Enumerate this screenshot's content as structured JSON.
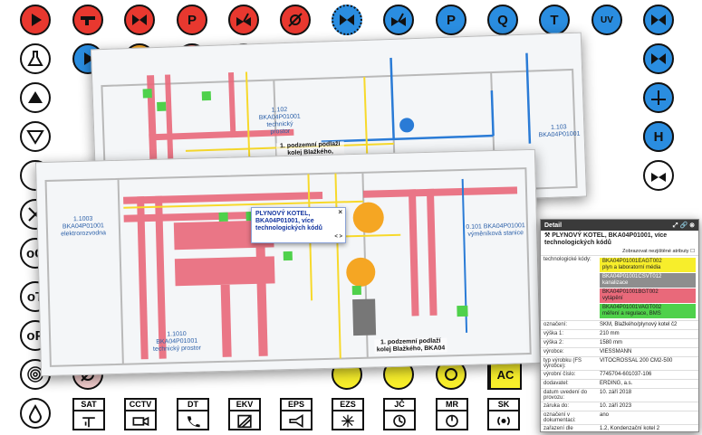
{
  "symbols": {
    "letter_p": "P",
    "letter_q": "Q",
    "letter_t": "T",
    "uv": "UV",
    "op": "oP",
    "ot": "oT",
    "oc": "oC",
    "h": "H",
    "ac": "AC"
  },
  "bottom_row": [
    {
      "label": "SAT",
      "icon": "antenna-icon"
    },
    {
      "label": "CCTV",
      "icon": "camera-icon"
    },
    {
      "label": "DT",
      "icon": "phone-icon"
    },
    {
      "label": "EKV",
      "icon": "ekv-icon"
    },
    {
      "label": "EPS",
      "icon": "horn-icon"
    },
    {
      "label": "EZS",
      "icon": "sensor-icon"
    },
    {
      "label": "JČ",
      "icon": "clock-icon"
    },
    {
      "label": "MR",
      "icon": "radio-icon"
    },
    {
      "label": "SK",
      "icon": "speaker-icon"
    }
  ],
  "plan": {
    "label_top": "1. podzemní podlaží kolej Blažkého, BKA04",
    "label_bottom": "1. podzemní podlaží kolej Blažkého, BKA04",
    "room_a": "1.102 BKA04P01001 technický prostor",
    "room_b": "1.1003 BKA04P01001 elektrorozvodna",
    "room_c": "1.1010 BKA04P01001 technický prostor",
    "room_d": "0.101 BKA04P01001 výměníková stanice",
    "room_e": "1.103 BKA04P01001"
  },
  "popup": {
    "text": "PLYNOVÝ KOTEL, BKA04P01001, více technologických kódů",
    "close": "×",
    "nav": "< >"
  },
  "detail": {
    "header": "Detail",
    "title": "PLYNOVÝ KOTEL, BKA04P01001, více technologických kódů",
    "checkbox_label": "Zobrazovat nezjištěné atributy",
    "codes_key": "technologické kódy:",
    "codes": [
      {
        "code": "BKA04P01001EAGT002",
        "desc": "plyn a laboratorní média",
        "color": "#f7ee2b"
      },
      {
        "code": "BKA04P01001CSVT012",
        "desc": "kanalizace",
        "color": "#8e8e8e"
      },
      {
        "code": "BKA04P01001BGT002",
        "desc": "vytápění",
        "color": "#e9697a"
      },
      {
        "code": "BKA04P01001VAGT002",
        "desc": "měření a regulace, BMS",
        "color": "#4fd14b"
      }
    ],
    "rows": [
      {
        "k": "označení:",
        "v": "SKM, Blažkého/plynový kotel č2"
      },
      {
        "k": "výška 1:",
        "v": "210 mm"
      },
      {
        "k": "výška 2:",
        "v": "1580 mm"
      },
      {
        "k": "výrobce:",
        "v": "VIESSMANN"
      },
      {
        "k": "typ výrobku (FS výrobce):",
        "v": "VITOCROSSAL 200 CM2-500"
      },
      {
        "k": "výrobní číslo:",
        "v": "7745704-601037-106"
      },
      {
        "k": "dodavatel:",
        "v": "ERDING, a.s."
      },
      {
        "k": "datum uvedení do provozu:",
        "v": "10. září 2018"
      },
      {
        "k": "záruka do:",
        "v": "10. září 2023"
      },
      {
        "k": "označení v dokumentaci:",
        "v": "ano"
      },
      {
        "k": "zařazení dle dokumentace:",
        "v": "1.2, Kondenzační kotel 2"
      }
    ]
  },
  "colors": {
    "red_sym": "#e8382f",
    "blue_sym": "#2a8de0",
    "pink_sym": "#f5cfcf",
    "orange_sym": "#f5a623",
    "yellow_sym": "#f7ee2b",
    "pipe_red": "#e9697a",
    "pipe_blue": "#2a7bd6",
    "pipe_yellow": "#f7d92b"
  }
}
